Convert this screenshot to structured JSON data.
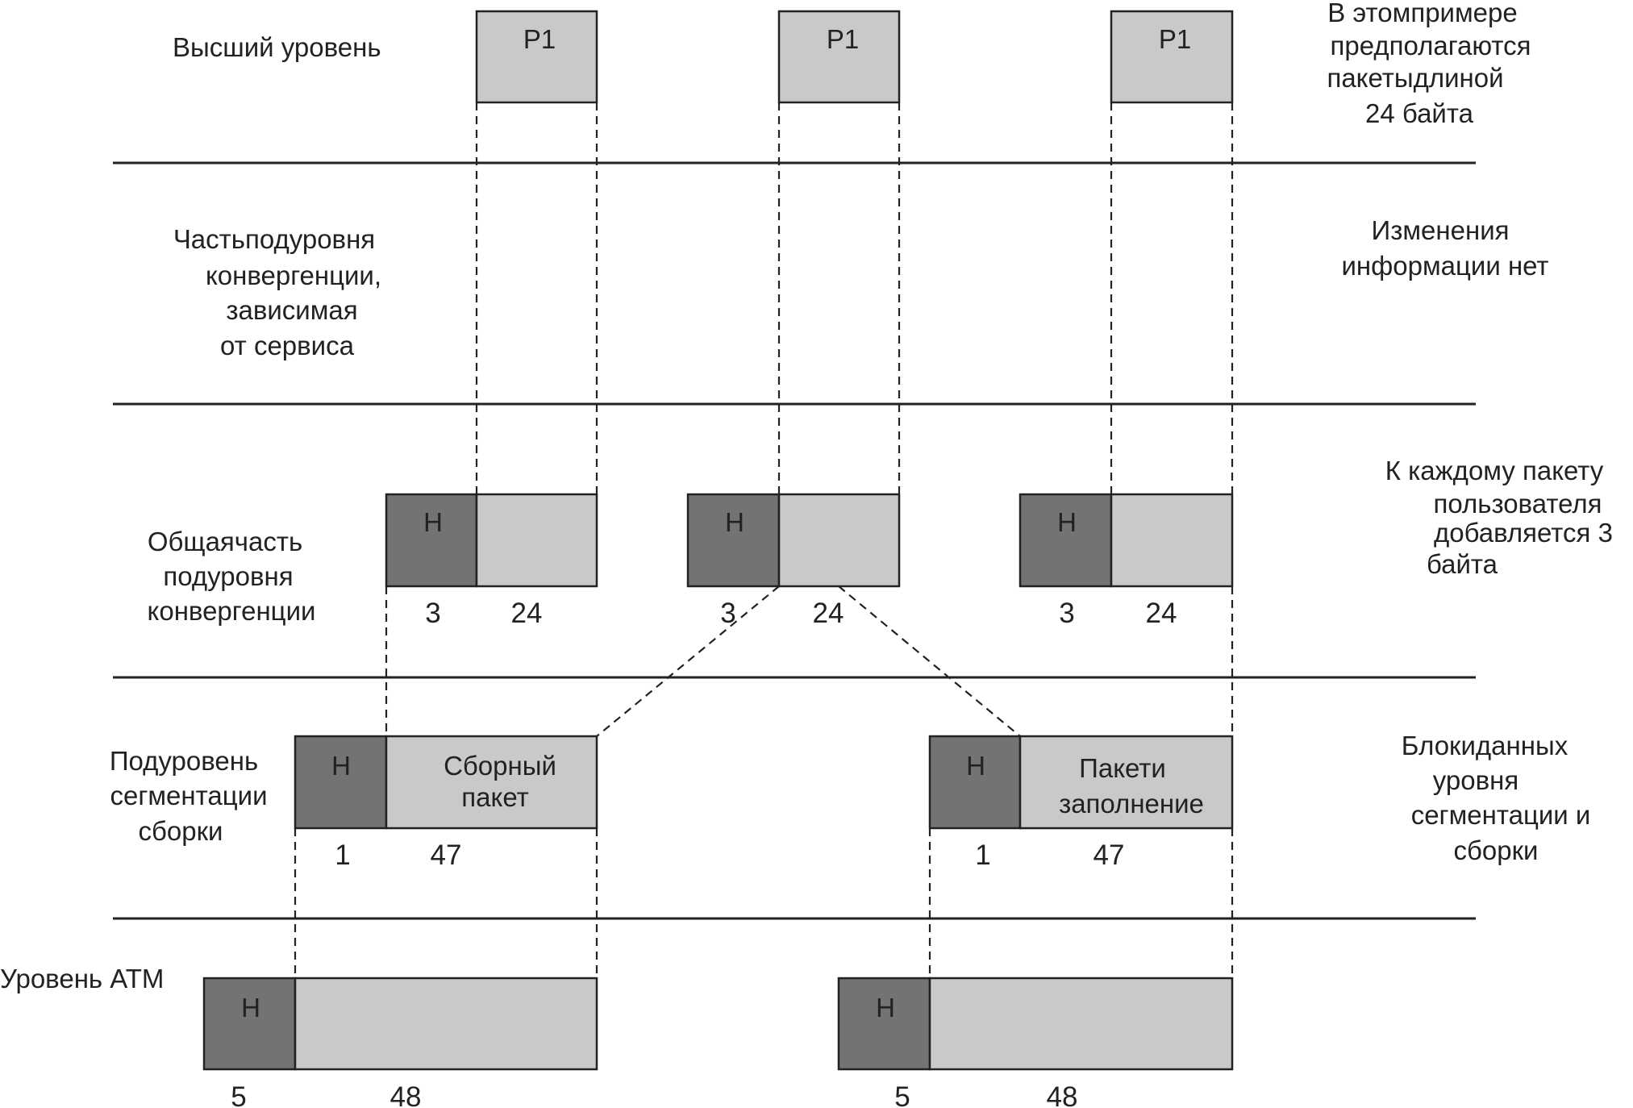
{
  "levels": {
    "upper": {
      "label": "Высший уровень",
      "note": [
        "В этомпримере",
        "предполагаются",
        "пакетыдлиной",
        "24 байта"
      ]
    },
    "cs_service": {
      "label": [
        "Частьподуровня",
        "конвергенции,",
        "зависимая",
        "от сервиса"
      ],
      "note": [
        "Изменения",
        "информации нет"
      ]
    },
    "cs_common": {
      "label": [
        "Общаячасть",
        "подуровня",
        "конвергенции"
      ],
      "note": [
        "К каждому  пакету",
        "пользователя",
        "добавляется 3",
        "байта"
      ]
    },
    "sar": {
      "label": [
        "Подуровень",
        "сегментации",
        "сборки"
      ],
      "note": [
        "Блокиданных",
        "уровня",
        "сегментации  и",
        "сборки"
      ]
    },
    "atm": {
      "label": "Уровень АТМ"
    }
  },
  "packets": {
    "p1": "P1",
    "header": "H"
  },
  "cs_sizes": {
    "header": "3",
    "payload": "24"
  },
  "sar_blocks": [
    {
      "header": "H",
      "payload_lines": [
        "Сборный",
        "пакет"
      ],
      "header_size": "1",
      "payload_size": "47"
    },
    {
      "header": "H",
      "payload_lines": [
        "Пакети",
        "заполнение"
      ],
      "header_size": "1",
      "payload_size": "47"
    }
  ],
  "atm_cells": [
    {
      "header": "H",
      "header_size": "5",
      "payload_size": "48"
    },
    {
      "header": "H",
      "header_size": "5",
      "payload_size": "48"
    }
  ]
}
